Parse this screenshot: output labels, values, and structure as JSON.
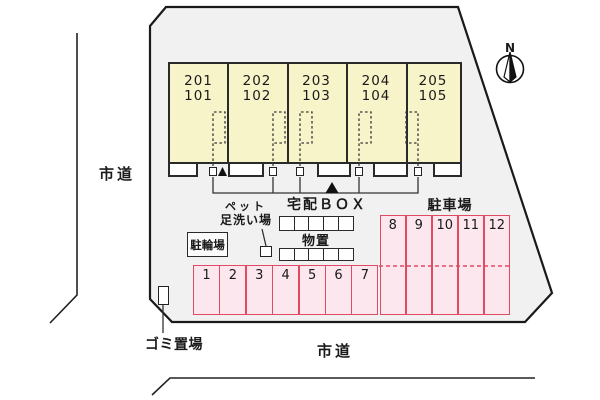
{
  "title": "site-plan",
  "colors": {
    "plot-fill": "#f1f1f2",
    "plot-stroke": "#1a1a1a",
    "building-fill": "#f8f4ca",
    "building-stroke": "#2a2a2a",
    "parking-fill": "#fce7ee",
    "parking-stroke": "#e04a62",
    "ink": "#1a1a1a"
  },
  "compass": {
    "label": "N"
  },
  "roads": {
    "left_label": "市道",
    "bottom_label": "市道"
  },
  "building": {
    "units": [
      {
        "label": "201\n101"
      },
      {
        "label": "202\n102"
      },
      {
        "label": "203\n103"
      },
      {
        "label": "204\n104"
      },
      {
        "label": "205\n105"
      }
    ]
  },
  "facilities": {
    "delivery_box": "宅配ＢＯＸ",
    "pet_wash_line1": "ペット",
    "pet_wash_line2": "足洗い場",
    "storage": "物置",
    "bicycle_parking": "駐輪場",
    "parking_area": "駐車場",
    "garbage": "ゴミ置場"
  },
  "parking": {
    "spots": [
      "1",
      "2",
      "3",
      "4",
      "5",
      "6",
      "7",
      "8",
      "9",
      "10",
      "11",
      "12"
    ]
  }
}
